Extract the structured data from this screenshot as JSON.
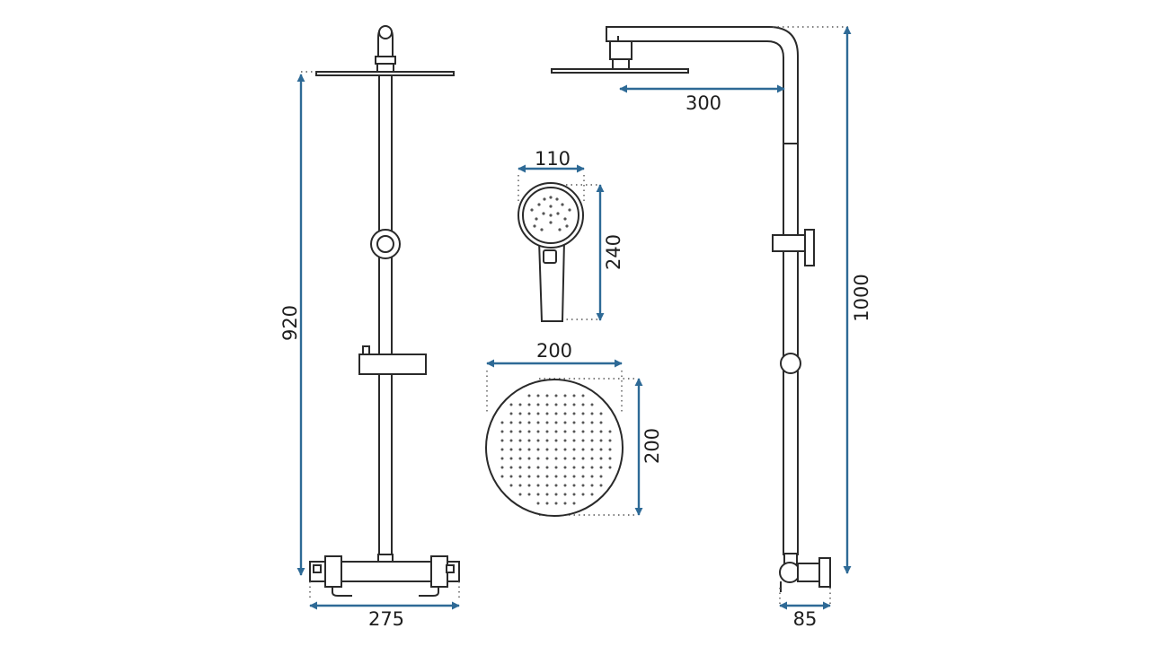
{
  "colors": {
    "dimension_line": "#2e6a96",
    "outline": "#2a2a2a",
    "background": "#ffffff"
  },
  "dimensions": {
    "front_height": "920",
    "front_width": "275",
    "arm_length": "300",
    "hand_width": "110",
    "hand_height": "240",
    "head_width": "200",
    "head_height": "200",
    "total_height": "1000",
    "wall_depth": "85"
  }
}
